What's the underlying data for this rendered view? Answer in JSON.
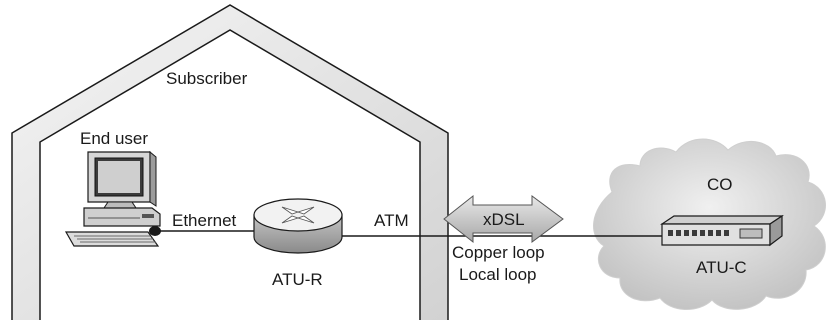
{
  "labels": {
    "subscriber": "Subscriber",
    "end_user": "End user",
    "ethernet": "Ethernet",
    "atm": "ATM",
    "xdsl": "xDSL",
    "copper_loop": "Copper loop",
    "local_loop": "Local loop",
    "co": "CO",
    "atu_r": "ATU-R",
    "atu_c": "ATU-C"
  },
  "colors": {
    "outline": "#1a1a1a",
    "house_fill": "#e6e6e6",
    "cloud_fill": "#d9d9d9",
    "arrow_fill": "#c8c8c8",
    "router_top": "#f2f2f2",
    "router_side": "#a9a9a9"
  }
}
